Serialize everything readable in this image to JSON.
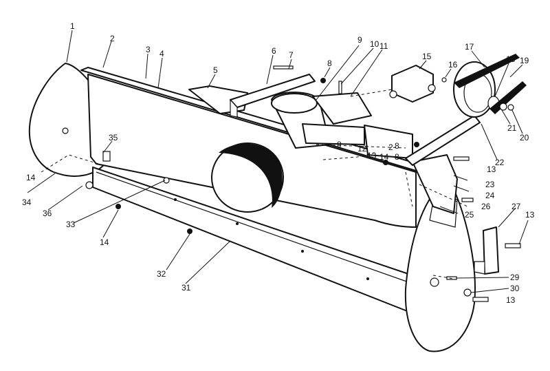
{
  "callouts": [
    "1",
    "2",
    "3",
    "4",
    "5",
    "6",
    "7",
    "8",
    "9",
    "10",
    "11",
    "15",
    "16",
    "17",
    "18",
    "19",
    "20",
    "21",
    "22",
    "35",
    "14",
    "34",
    "36",
    "33",
    "14",
    "8",
    "12",
    "13",
    "14",
    "2",
    "8",
    "8",
    "13",
    "23",
    "24",
    "26",
    "25",
    "27",
    "13",
    "32",
    "31",
    "29",
    "30",
    "13"
  ]
}
